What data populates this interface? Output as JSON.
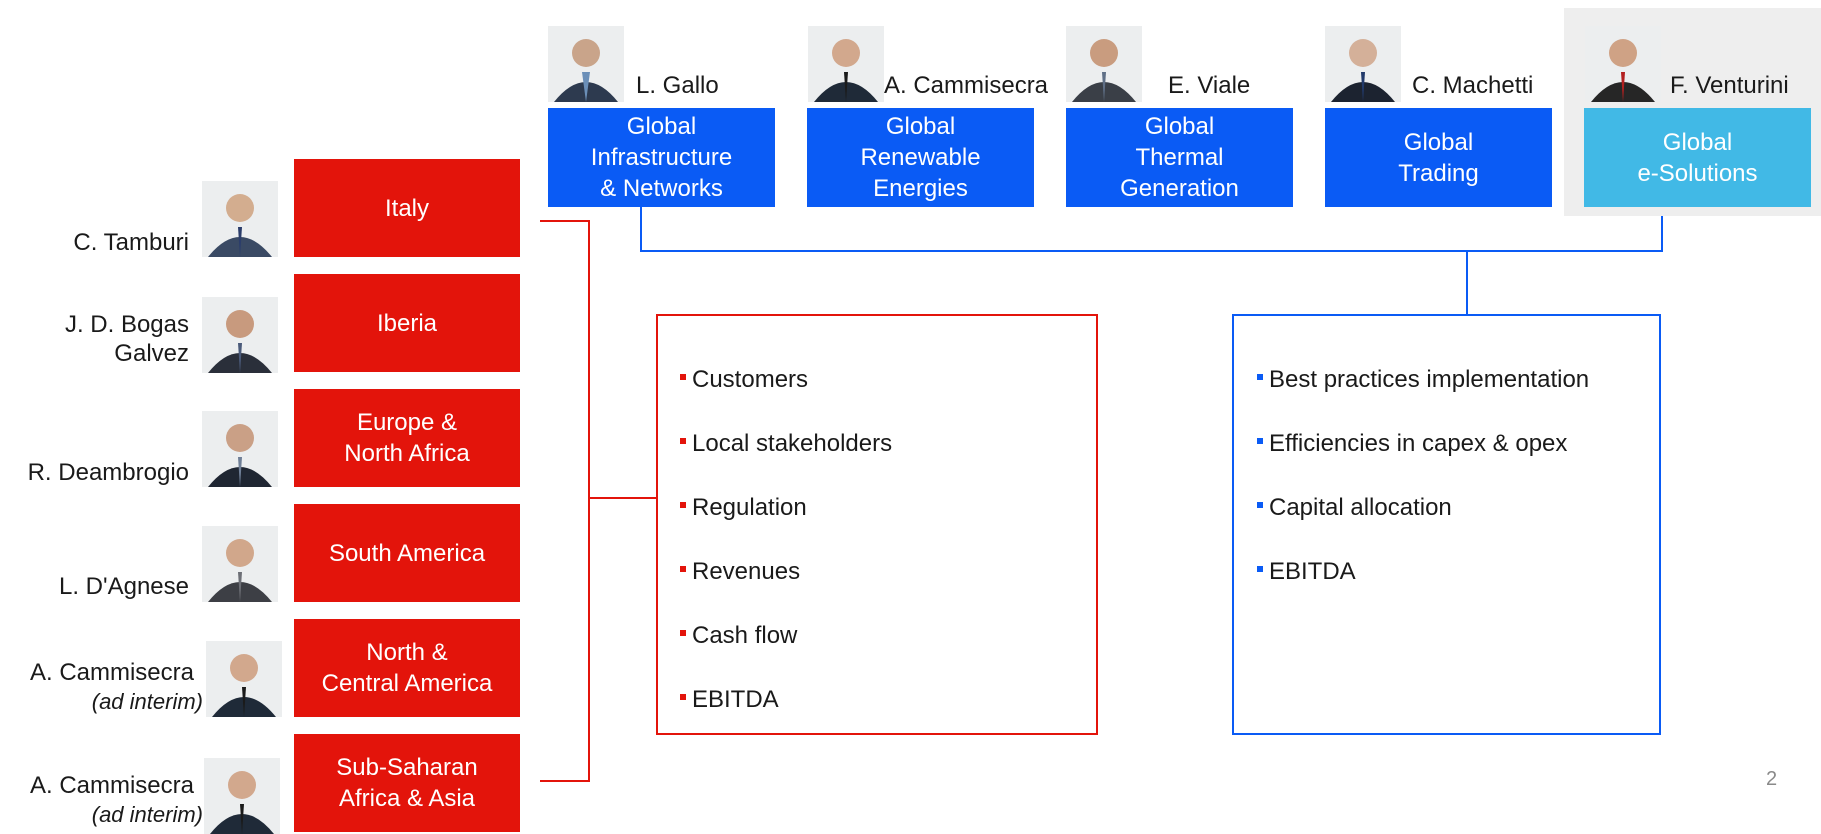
{
  "colors": {
    "enel_red": "#e3140b",
    "global_blue": "#0a5bf5",
    "light_blue": "#41b9e6",
    "highlight_grey": "#eeeeee"
  },
  "regions": [
    {
      "name": "C. Tamburi",
      "note": "",
      "label": "Italy"
    },
    {
      "name": "J. D. Bogas\nGalvez",
      "note": "",
      "label": "Iberia"
    },
    {
      "name": "R. Deambrogio",
      "note": "",
      "label": "Europe &\nNorth Africa"
    },
    {
      "name": "L. D'Agnese",
      "note": "",
      "label": "South America"
    },
    {
      "name": "A. Cammisecra",
      "note": "(ad interim)",
      "label": "North &\nCentral America"
    },
    {
      "name": "A. Cammisecra",
      "note": "(ad interim)",
      "label": "Sub-Saharan\nAfrica & Asia"
    }
  ],
  "global_lines": [
    {
      "name": "L. Gallo",
      "label": "Global\nInfrastructure\n& Networks"
    },
    {
      "name": "A. Cammisecra",
      "label": "Global\nRenewable\nEnergies"
    },
    {
      "name": "E. Viale",
      "label": "Global\nThermal\nGeneration"
    },
    {
      "name": "C. Machetti",
      "label": "Global\nTrading"
    },
    {
      "name": "F. Venturini",
      "label": "Global\ne-Solutions"
    }
  ],
  "regional_responsibilities": [
    "Customers",
    "Local stakeholders",
    "Regulation",
    "Revenues",
    "Cash flow",
    "EBITDA"
  ],
  "global_responsibilities": [
    "Best practices implementation",
    "Efficiencies in capex & opex",
    "Capital allocation",
    "EBITDA"
  ],
  "page_number": "2",
  "icons": {
    "person": "person-photo-icon",
    "bullet": "square-bullet-icon"
  }
}
